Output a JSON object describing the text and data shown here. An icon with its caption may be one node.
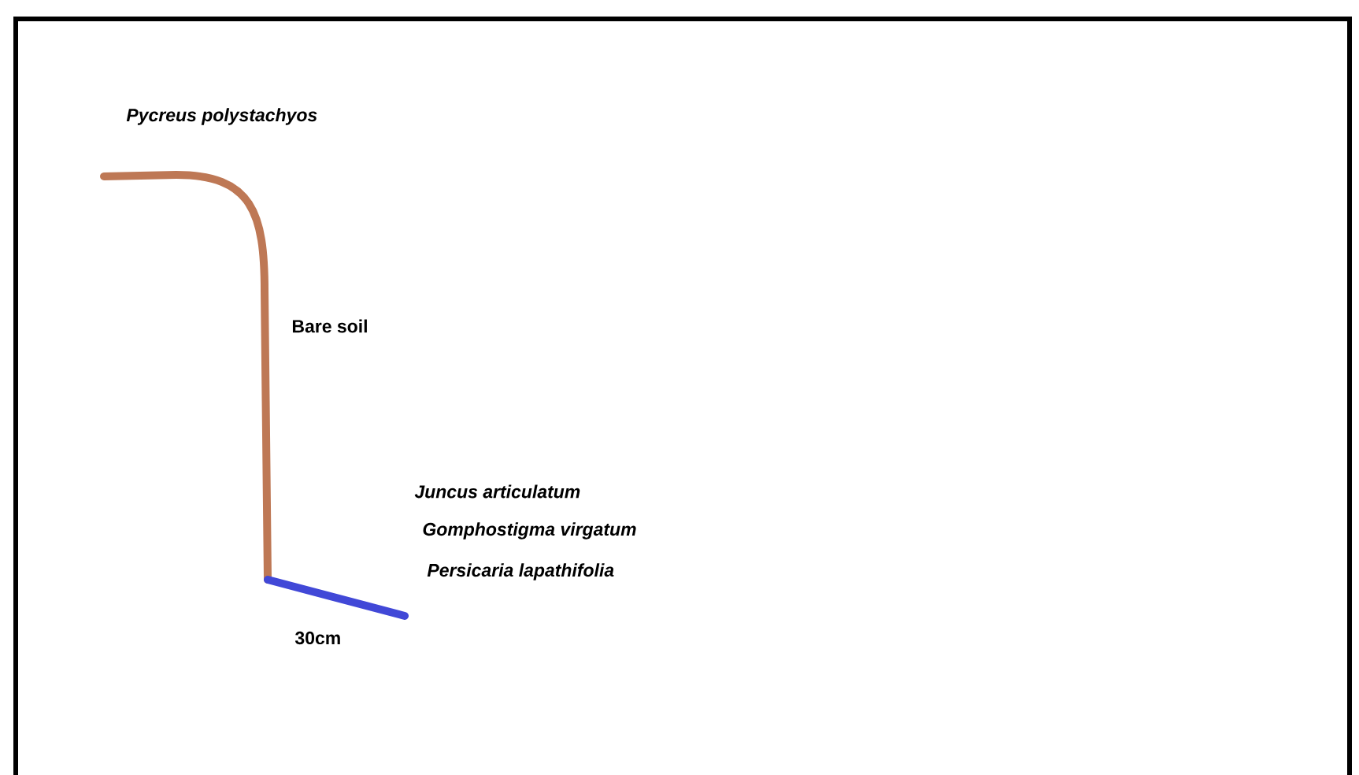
{
  "diagram": {
    "labels": [
      "Pycreus polystachyos",
      "Bare soil",
      "Juncus articulatum",
      "Gomphostigma virgatum",
      "Persicaria lapathifolia",
      "30cm"
    ]
  }
}
